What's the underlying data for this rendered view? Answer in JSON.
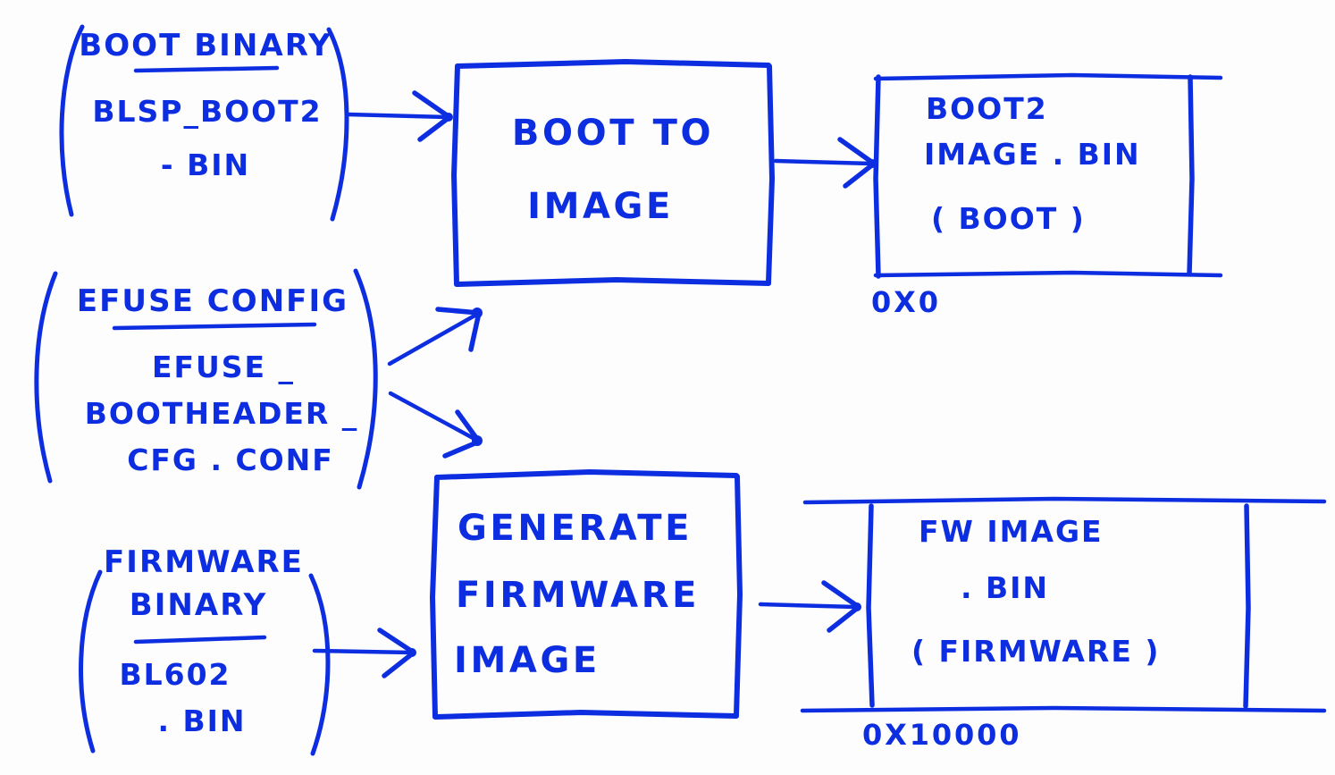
{
  "diagram": {
    "title": "BL602 boot and firmware image generation flow",
    "style": "hand-drawn blue pen on white paper",
    "ink_color": "#0d2ee0",
    "paper_color": "#fdfdfd"
  },
  "inputs": [
    {
      "id": "boot-binary",
      "title": "BOOT BINARY",
      "underline": true,
      "lines": [
        "BLSP_BOOT2",
        "- BIN"
      ]
    },
    {
      "id": "efuse-config",
      "title": "EFUSE CONFIG",
      "underline": true,
      "lines": [
        "EFUSE _",
        "BOOTHEADER _",
        "CFG . CONF"
      ]
    },
    {
      "id": "firmware-binary",
      "title": "FIRMWARE BINARY",
      "title_lines": [
        "FIRMWARE",
        "BINARY"
      ],
      "underline": true,
      "lines": [
        "BL602",
        ". BIN"
      ]
    }
  ],
  "processes": [
    {
      "id": "boot-to-image",
      "lines": [
        "BOOT TO",
        "IMAGE"
      ]
    },
    {
      "id": "generate-firmware-image",
      "lines": [
        "GENERATE",
        "FIRMWARE",
        "IMAGE"
      ]
    }
  ],
  "outputs": [
    {
      "id": "boot2-image",
      "lines": [
        "BOOT2",
        "IMAGE . BIN",
        "( BOOT )"
      ],
      "address": "0x0"
    },
    {
      "id": "fw-image",
      "lines": [
        "FW IMAGE",
        ". BIN",
        "( FIRMWARE )"
      ],
      "address": "0x10000"
    }
  ],
  "arrows": [
    {
      "id": "boot-binary-to-boot-to-image",
      "from": "boot-binary",
      "to": "boot-to-image"
    },
    {
      "id": "efuse-to-boot-to-image",
      "from": "efuse-config",
      "to": "boot-to-image"
    },
    {
      "id": "efuse-to-generate-firmware-image",
      "from": "efuse-config",
      "to": "generate-firmware-image"
    },
    {
      "id": "boot-to-image-to-boot2-image",
      "from": "boot-to-image",
      "to": "boot2-image"
    },
    {
      "id": "firmware-binary-to-generate",
      "from": "firmware-binary",
      "to": "generate-firmware-image"
    },
    {
      "id": "generate-to-fw-image",
      "from": "generate-firmware-image",
      "to": "fw-image"
    }
  ]
}
